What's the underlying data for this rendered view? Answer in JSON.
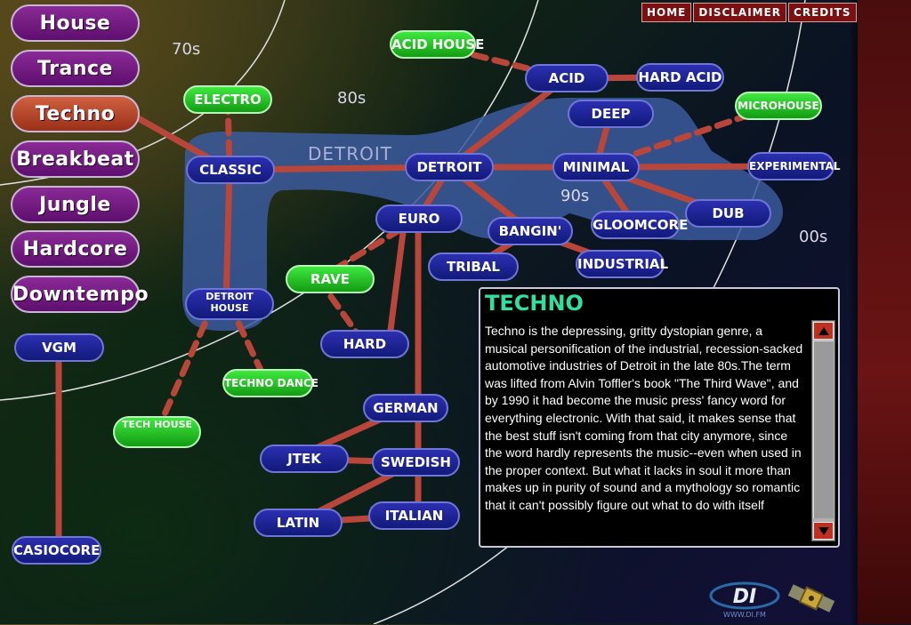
{
  "genres": [
    {
      "label": "House",
      "active": false
    },
    {
      "label": "Trance",
      "active": false
    },
    {
      "label": "Techno",
      "active": true
    },
    {
      "label": "Breakbeat",
      "active": false
    },
    {
      "label": "Jungle",
      "active": false
    },
    {
      "label": "Hardcore",
      "active": false
    },
    {
      "label": "Downtempo",
      "active": false
    }
  ],
  "topnav": {
    "home": "HOME",
    "disclaimer": "DISCLAIMER",
    "credits": "CREDITS"
  },
  "decades": {
    "d70": "70s",
    "d80": "80s",
    "d90": "90s",
    "d00": "00s"
  },
  "region_label": "DETROIT",
  "nodes": {
    "acid_house": "ACID HOUSE",
    "acid": "ACID",
    "hard_acid": "HARD ACID",
    "deep": "DEEP",
    "microhouse": "MICROHOUSE",
    "electro": "ELECTRO",
    "classic": "CLASSIC",
    "detroit": "DETROIT",
    "minimal": "MINIMAL",
    "experimental": "EXPERIMENTAL",
    "euro": "EURO",
    "bangin": "BANGIN'",
    "gloomcore": "GLOOMCORE",
    "dub": "DUB",
    "tribal": "TRIBAL",
    "industrial": "INDUSTRIAL",
    "rave": "RAVE",
    "detroit_house": "DETROIT HOUSE",
    "hard": "HARD",
    "vgm": "VGM",
    "techno_dance": "TECHNO DANCE",
    "tech_house": "TECH HOUSE",
    "german": "GERMAN",
    "jtek": "JTEK",
    "swedish": "SWEDISH",
    "latin": "LATIN",
    "italian": "ITALIAN",
    "casiocore": "CASIOCORE"
  },
  "info": {
    "title": "TECHNO",
    "body": "Techno is the depressing, gritty dystopian genre, a musical personification of the industrial, recession-sacked automotive industries of Detroit in the late 80s.The term was lifted from Alvin Toffler's book \"The Third Wave\", and by 1990 it had become the music press' fancy word for everything electronic. With that said, it makes sense that the best stuff isn't coming from that city anymore, since the word hardly represents the music--even when used in the proper context. But what it lacks in soul it more than makes up in purity of sound and a mythology so romantic that it can't possibly figure out what to do with itself"
  },
  "logo": {
    "text": "DI",
    "url_text": "WWW.DI.FM"
  },
  "colors": {
    "link": "#b8463a",
    "node_blue": "#1a1f92",
    "node_green": "#22c422",
    "menu_purple": "#6e177e",
    "menu_active": "#b8462a",
    "region": "#3a5596"
  }
}
